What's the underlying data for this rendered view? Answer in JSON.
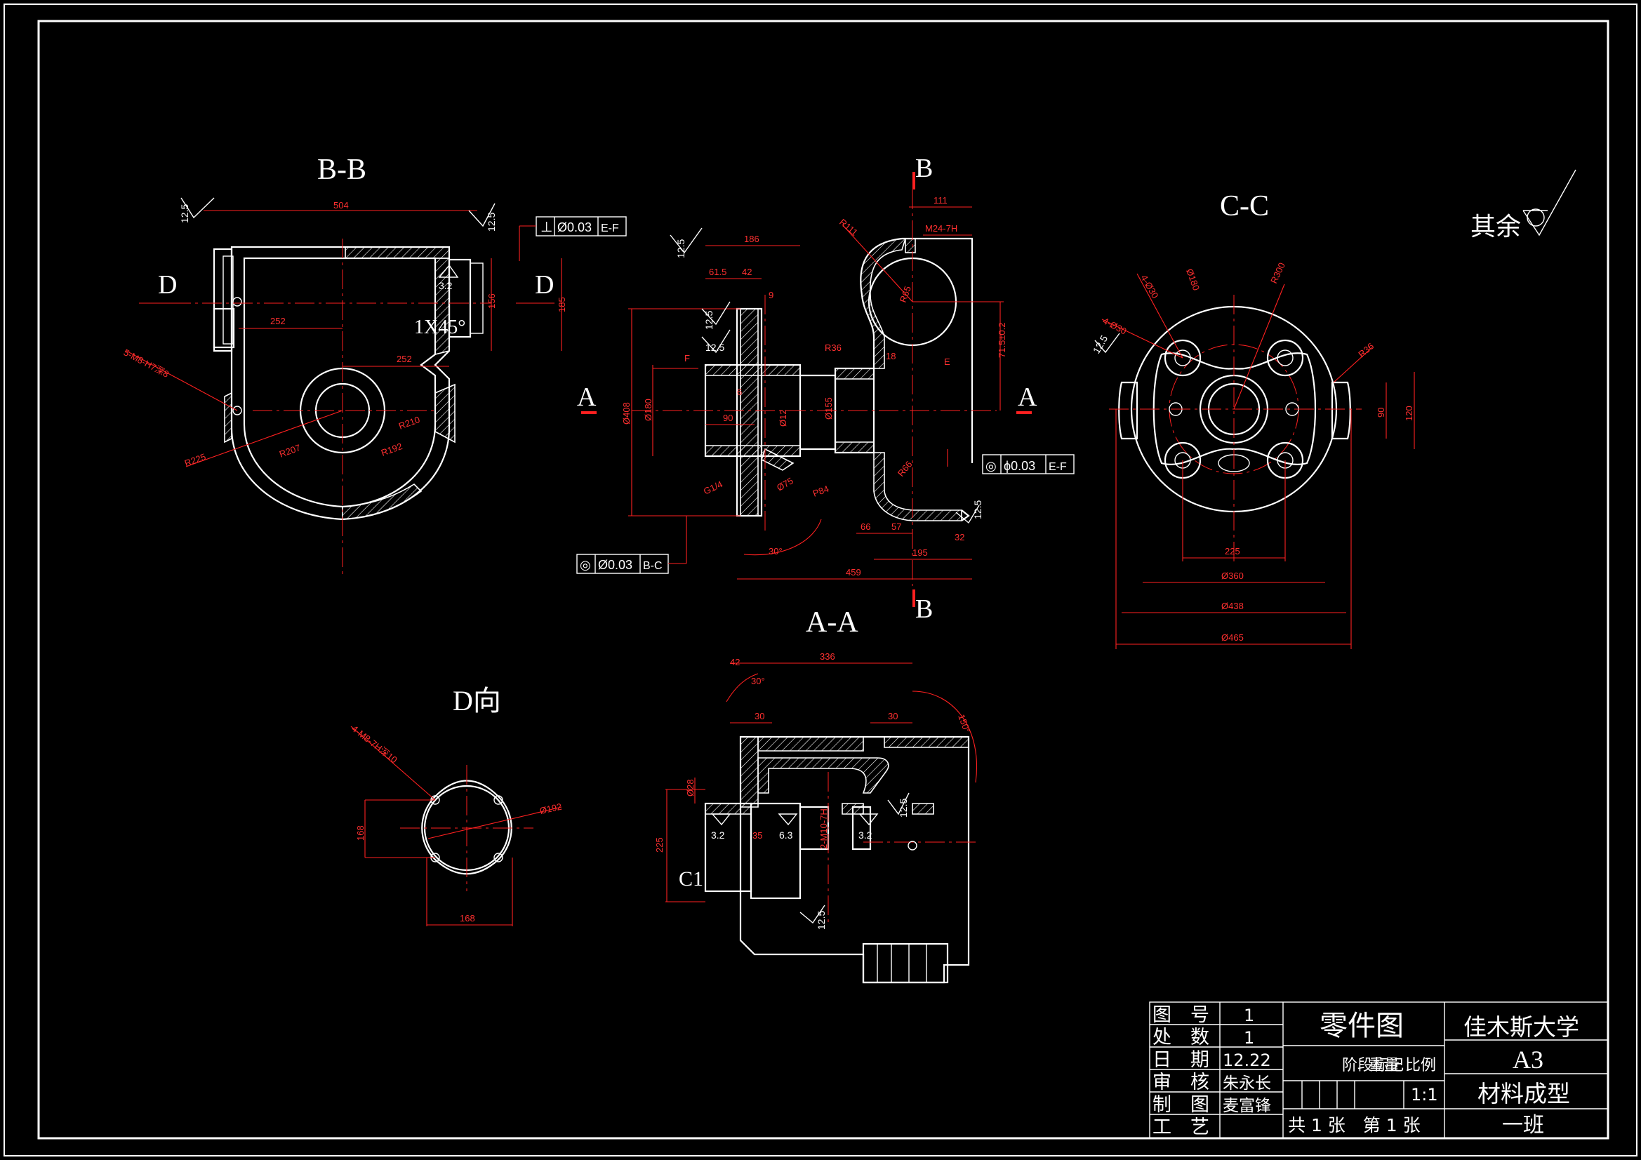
{
  "views": {
    "bb": "B-B",
    "aa": "A-A",
    "cc": "C-C",
    "d": "D向"
  },
  "section_marks": {
    "b_top": "B",
    "b_bottom": "B",
    "a_left": "A",
    "a_right": "A",
    "d_left": "D",
    "d_right": "D",
    "c1": "C1",
    "chamfer": "1X45°",
    "other_finish": "其余"
  },
  "tolerances": {
    "perp": {
      "symbol": "⊥",
      "value": "Ø0.03",
      "datum": "E-F"
    },
    "conc1": {
      "symbol": "◎",
      "value": "ϕ0.03",
      "datum": "E-F"
    },
    "conc2": {
      "symbol": "◎",
      "value": "Ø0.03",
      "datum": "B-C"
    }
  },
  "dimensions_bb": [
    "504",
    "252",
    "252",
    "156",
    "185",
    "R225",
    "R207",
    "R210",
    "R192",
    "5-M8-H7深8",
    "12.5",
    "12.5",
    "3.2"
  ],
  "dimensions_main": [
    "186",
    "61.5",
    "42",
    "9",
    "111",
    "M24-7H",
    "R111",
    "R65",
    "R36",
    "18",
    "71.5±0.2",
    "Ø408",
    "Ø180",
    "90",
    "6",
    "Ø12",
    "Ø155",
    "Ø75",
    "G1/4",
    "P84",
    "R66",
    "66",
    "57",
    "32",
    "195",
    "459",
    "30°",
    "12.5",
    "12.5",
    "12.5",
    "12.5",
    "F",
    "E"
  ],
  "dimensions_cc": [
    "4-Ø30",
    "4-Ø30",
    "Ø180",
    "R300",
    "R36",
    "90",
    "120",
    "225",
    "Ø360",
    "Ø438",
    "Ø465",
    "12.5"
  ],
  "dimensions_d": [
    "4-M8-7H深10",
    "Ø192",
    "168",
    "168"
  ],
  "dimensions_aa": [
    "42",
    "336",
    "30°",
    "30",
    "30",
    "150°",
    "Ø28",
    "225",
    "2-M10-7H",
    "35",
    "3.2",
    "6.3",
    "3.2",
    "12.5",
    "12.5"
  ],
  "title_block": {
    "labels": [
      "图　号",
      "处　数",
      "日　期",
      "审　核",
      "制　图",
      "工　艺"
    ],
    "values": [
      "1",
      "1",
      "12.22",
      "朱永长",
      "麦富锋",
      ""
    ],
    "drawing_title": "零件图",
    "stage_mark": "阶段标记",
    "weight": "重量",
    "scale_label": "比例",
    "scale_value": "1:1",
    "sheet_info": "共 1 张　第 1 张",
    "university": "佳木斯大学",
    "paper_size": "A3",
    "major": "材料成型",
    "class_name": "一班"
  }
}
